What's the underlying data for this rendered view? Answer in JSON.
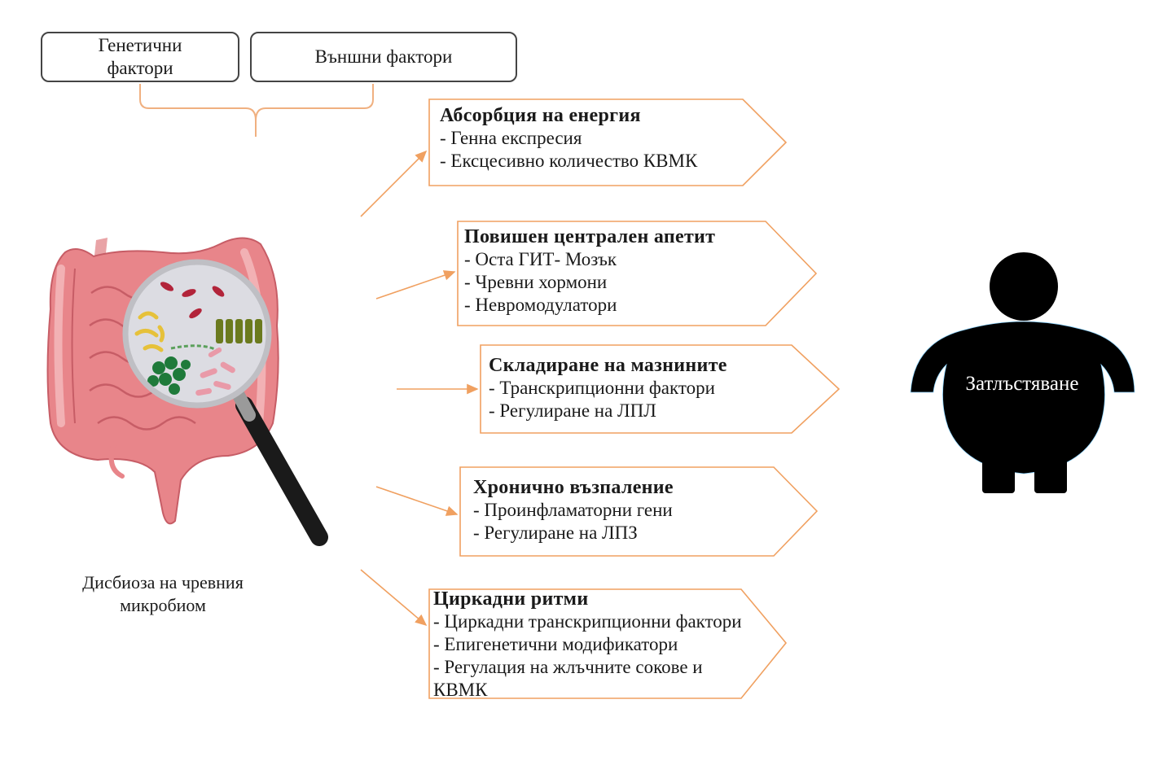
{
  "factors": {
    "genetic_line1": "Генетични",
    "genetic_line2": "фактори",
    "external": "Външни фактори"
  },
  "caption": {
    "line1": "Дисбиоза на чревния",
    "line2": "микробиом"
  },
  "mechanisms": [
    {
      "title": "Абсорбция на енергия",
      "items": [
        "- Генна експресия",
        "- Ексцесивно количество КВМК"
      ]
    },
    {
      "title": "Повишен централен апетит",
      "items": [
        "- Оста ГИТ- Мозък",
        "- Чревни хормони",
        "- Невромодулатори"
      ]
    },
    {
      "title": "Складиране на мазнините",
      "items": [
        "- Транскрипционни фактори",
        "- Регулиране на ЛПЛ"
      ]
    },
    {
      "title": "Хронично възпаление",
      "items": [
        "- Проинфламаторни гени",
        "- Регулиране на ЛПЗ"
      ]
    },
    {
      "title": "Циркадни ритми",
      "items": [
        "- Циркадни транскрипционни фактори",
        "- Епигенетични модификатори",
        "- Регулация на жлъчните сокове и",
        "КВМК"
      ]
    }
  ],
  "outcome": "Затлъстяване",
  "colors": {
    "arrow": "#f0a060",
    "intestine": "#e8858a",
    "intestine_dark": "#c75d66",
    "person": "#000000",
    "box_border": "#444444"
  },
  "icons": [
    "intestine-icon",
    "magnifier-icon",
    "bacteria-icon",
    "person-silhouette-icon"
  ]
}
